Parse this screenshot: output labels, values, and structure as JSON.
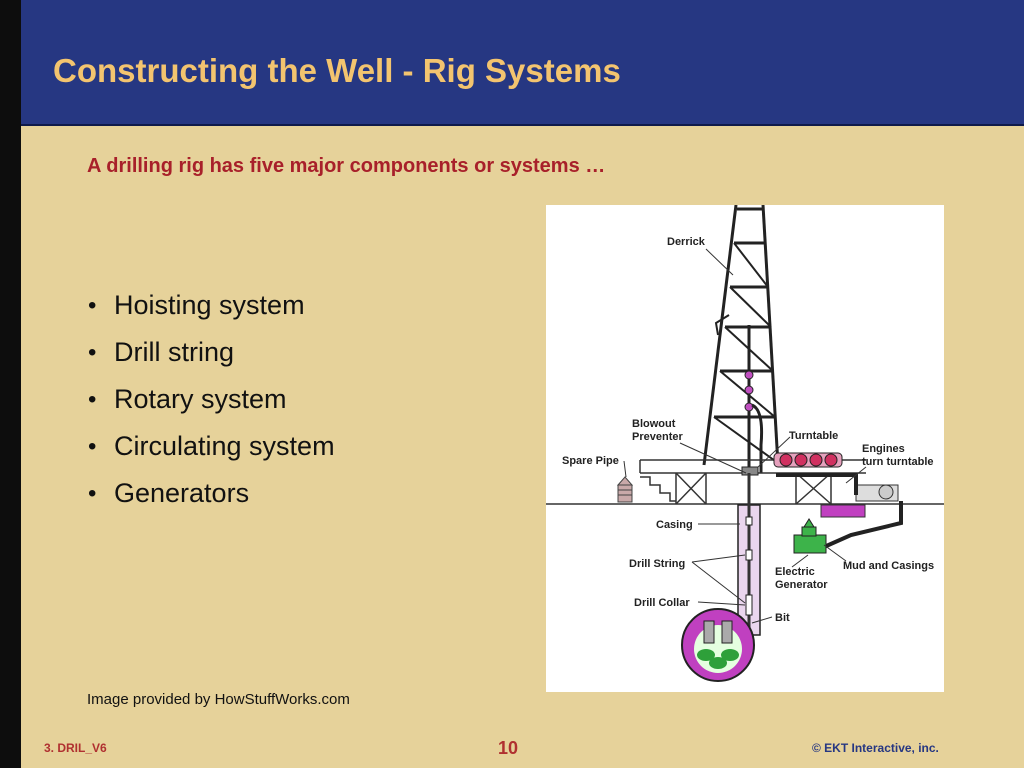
{
  "slide": {
    "title": "Constructing the Well - Rig Systems",
    "subtitle": "A drilling rig has five major components or systems …",
    "bullets": [
      "Hoisting system",
      "Drill string",
      "Rotary system",
      "Circulating system",
      "Generators"
    ],
    "credit": "Image provided by HowStuffWorks.com"
  },
  "figure": {
    "labels": {
      "derrick": "Derrick",
      "blowout_1": "Blowout",
      "blowout_2": "Preventer",
      "turntable": "Turntable",
      "engines_1": "Engines",
      "engines_2": "turn turntable",
      "spare_pipe": "Spare Pipe",
      "casing": "Casing",
      "drill_string": "Drill String",
      "electric_1": "Electric",
      "electric_2": "Generator",
      "mud": "Mud and Casings",
      "drill_collar": "Drill Collar",
      "bit": "Bit"
    }
  },
  "footer": {
    "left": "3. DRIL_V6",
    "page": "10",
    "right": "© EKT Interactive, inc."
  },
  "colors": {
    "background": "#e6d29a",
    "title_band": "#263782",
    "title_text": "#f3c46f",
    "subtitle_text": "#a8202a",
    "footer_red": "#b03030",
    "footer_blue": "#263782"
  }
}
